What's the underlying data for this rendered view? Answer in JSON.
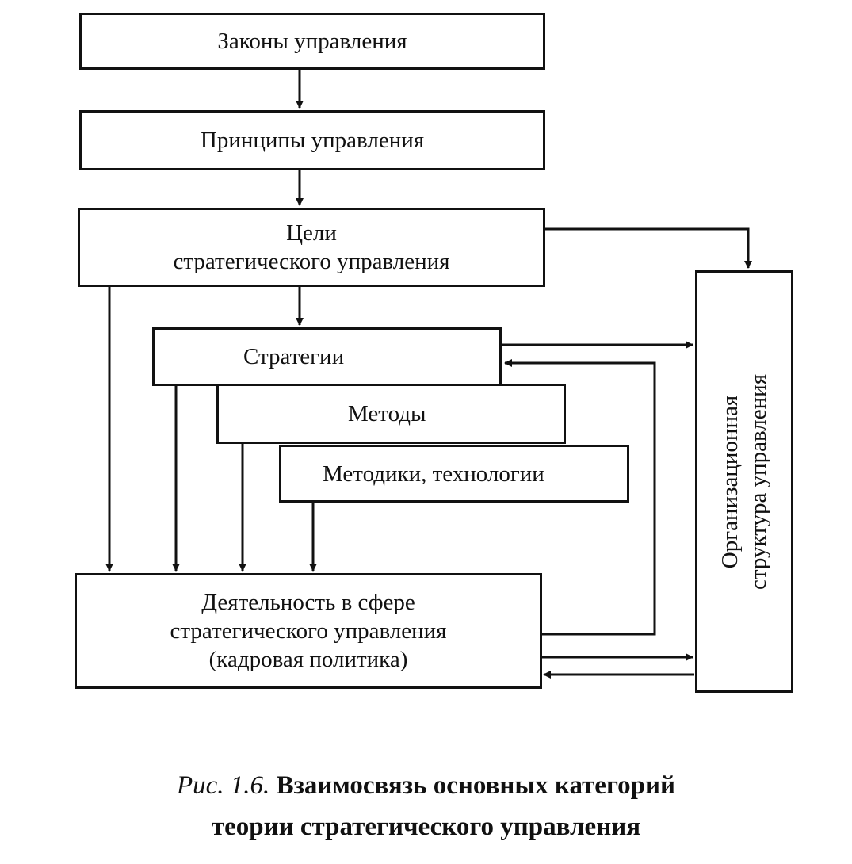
{
  "diagram": {
    "boxes": {
      "laws": "Законы управления",
      "principles": "Принципы управления",
      "goals_line1": "Цели",
      "goals_line2": "стратегического управления",
      "strategies": "Стратегии",
      "methods": "Методы",
      "techniques": "Методики, технологии",
      "activity_line1": "Деятельность в сфере",
      "activity_line2": "стратегического управления",
      "activity_line3": "(кадровая политика)",
      "org_line1": "Организационная",
      "org_line2": "структура управления"
    },
    "caption": {
      "prefix": "Рис. 1.6.",
      "title_line1": "Взаимосвязь основных категорий",
      "title_line2": "теории стратегического управления"
    },
    "colors": {
      "stroke": "#111111",
      "background": "#ffffff"
    }
  }
}
